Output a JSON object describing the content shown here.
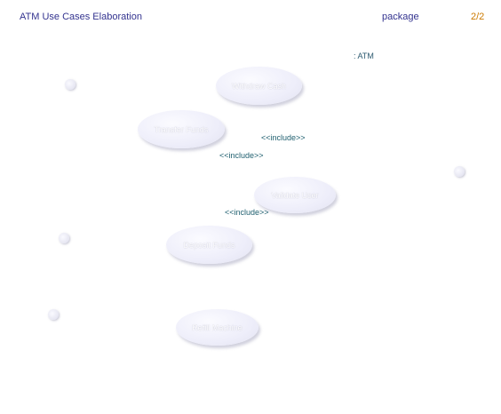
{
  "header": {
    "title": "ATM Use Cases Elaboration",
    "kind": "package",
    "page": "2/2"
  },
  "boundary_label": ": ATM",
  "use_cases": {
    "withdraw_cash": "Withdraw Cash",
    "transfer_funds": "Transfer Funds",
    "validate_user": "Validate User",
    "deposit_funds": "Deposit Funds",
    "refill_machine": "Refill Machine"
  },
  "relations": {
    "include_1": "<<include>>",
    "include_2": "<<include>>",
    "include_3": "<<include>>"
  },
  "colors": {
    "title": "#33338f",
    "page": "#cc7a00",
    "include": "#1f5f6f",
    "ellipse_fill": "#eeeefa"
  }
}
